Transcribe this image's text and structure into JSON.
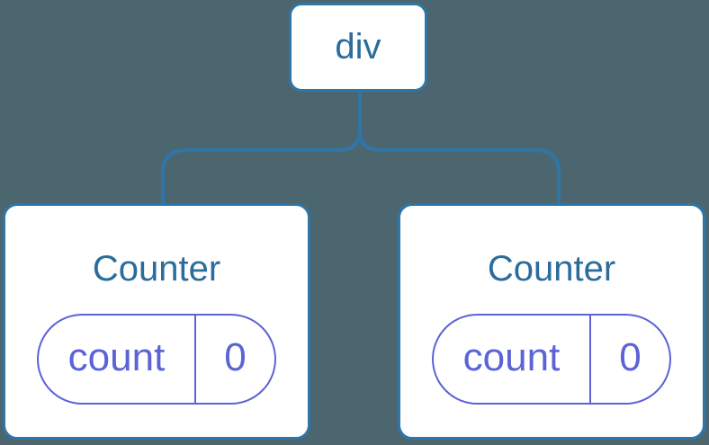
{
  "diagram": {
    "background_color": "#4C6670",
    "accent_blue": "#2F76A8",
    "text_blue": "#2B6C9B",
    "state_purple": "#5B63D6",
    "card_background": "#FFFFFF",
    "root": {
      "label": "div"
    },
    "children": [
      {
        "title": "Counter",
        "state": {
          "key": "count",
          "value": "0"
        }
      },
      {
        "title": "Counter",
        "state": {
          "key": "count",
          "value": "0"
        }
      }
    ]
  }
}
